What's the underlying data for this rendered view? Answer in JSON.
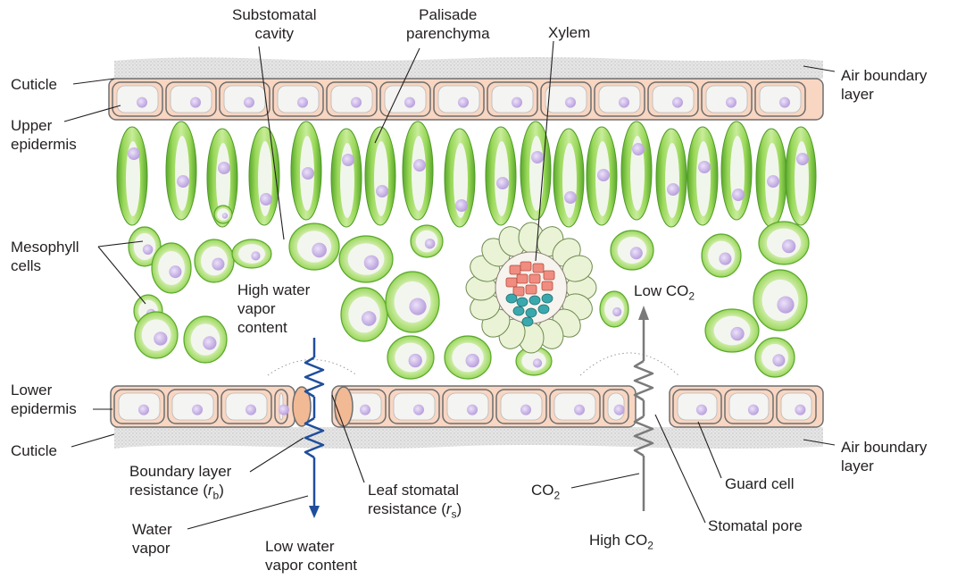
{
  "labels": {
    "substomatal_cavity": [
      "Substomatal",
      "cavity"
    ],
    "palisade_parenchyma": [
      "Palisade",
      "parenchyma"
    ],
    "xylem": "Xylem",
    "cuticle_top": "Cuticle",
    "air_boundary_top": [
      "Air boundary",
      "layer"
    ],
    "upper_epidermis": [
      "Upper",
      "epidermis"
    ],
    "mesophyll_cells": [
      "Mesophyll",
      "cells"
    ],
    "high_water_vapor": [
      "High water",
      "vapor",
      "content"
    ],
    "low_co2": {
      "text": "Low CO",
      "sub": "2"
    },
    "lower_epidermis": [
      "Lower",
      "epidermis"
    ],
    "cuticle_bottom": "Cuticle",
    "air_boundary_bottom": [
      "Air boundary",
      "layer"
    ],
    "boundary_layer_resistance": {
      "line1": "Boundary layer",
      "line2": "resistance (",
      "sym": "r",
      "sub": "b",
      "close": ")"
    },
    "leaf_stomatal_resistance": {
      "line1": "Leaf stomatal",
      "line2": "resistance (",
      "sym": "r",
      "sub": "s",
      "close": ")"
    },
    "co2": {
      "text": "CO",
      "sub": "2"
    },
    "guard_cell": "Guard cell",
    "water_vapor": [
      "Water",
      "vapor"
    ],
    "low_water_vapor": [
      "Low water",
      "vapor content"
    ],
    "high_co2": {
      "text": "High CO",
      "sub": "2"
    },
    "stomatal_pore": "Stomatal pore"
  },
  "colors": {
    "epidermis_fill": "#f8d6c2",
    "cell_outline": "#6e6e6e",
    "cytoplasm": "#eef0ec",
    "nucleus": "#c9b2e6",
    "mesophyll_green": "#8fd14f",
    "mesophyll_dark": "#58a82e",
    "air_boundary": "#c8c8c8",
    "water_arrow": "#1f4e9c",
    "co2_arrow": "#7a7a7a",
    "xylem_red": "#f08c80",
    "xylem_teal": "#3aa9ad",
    "bundle_sheath": "#eaf3d6"
  }
}
